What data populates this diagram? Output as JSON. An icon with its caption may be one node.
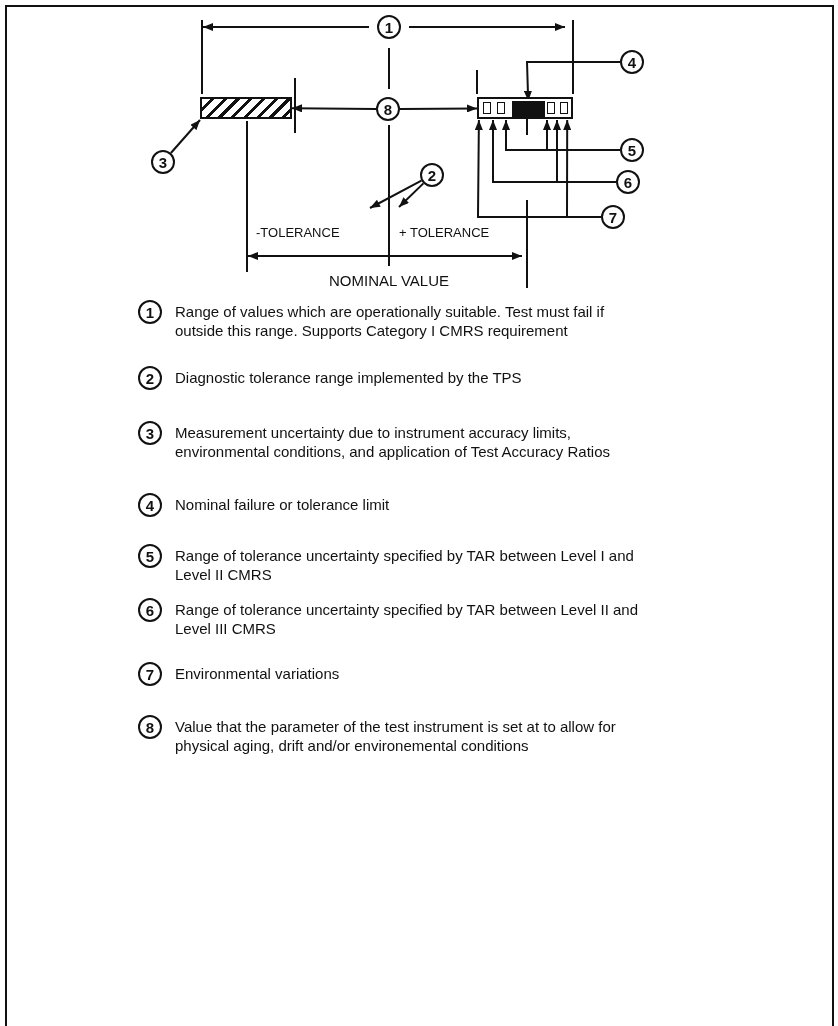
{
  "diagram": {
    "nodes": [
      {
        "text": [
          "8"
        ]
      },
      {
        "text": [],
        "shape": "bar"
      },
      {
        "text": [],
        "shape": "box"
      },
      {
        "text": [],
        "shape": "bar",
        "in": 2
      },
      {
        "text": [
          "3"
        ]
      },
      {
        "text": [
          "4"
        ]
      },
      {
        "text": [
          "5"
        ]
      },
      {
        "text": [
          "6"
        ]
      },
      {
        "text": [
          "7"
        ]
      },
      {
        "text": [
          "2"
        ]
      },
      {
        "text": [
          "1"
        ]
      },
      {
        "text": [
          "1"
        ],
        "beside": [
          "Range of values which are operationally suitable. Test must fail if outside this range. Supports Category I CMRS requirement"
        ]
      },
      {
        "text": [
          "2"
        ],
        "beside": [
          "Diagnostic tolerance range implemented by the TPS"
        ]
      },
      {
        "text": [
          "3"
        ],
        "beside": [
          "Measurement uncertainty due to instrument accuracy limits, environmental conditions, and application of Test Accuracy Ratios"
        ]
      },
      {
        "text": [
          "4"
        ],
        "beside": [
          "Nominal failure or tolerance limit"
        ]
      },
      {
        "text": [
          "5"
        ],
        "beside": [
          "Range of tolerance uncertainty specified by TAR between Level I and Level II CMRS"
        ]
      },
      {
        "text": [
          "6"
        ],
        "beside": [
          "Range of tolerance uncertainty specified by TAR between Level II and Level III CMRS"
        ]
      },
      {
        "text": [
          "7"
        ],
        "beside": [
          "Environmental variations"
        ]
      },
      {
        "text": [
          "8"
        ],
        "beside": [
          "Value that the parameter of the test instrument is set at to allow for physical aging, drift and/or environemental conditions"
        ]
      }
    ],
    "edges": [
      {
        "from": 0,
        "to": 1,
        "arrow": "to"
      },
      {
        "from": 0,
        "to": 2,
        "arrow": "to"
      },
      {
        "from": 4,
        "to": 1,
        "arrow": "to"
      },
      {
        "from": 5,
        "to": 3,
        "arrow": "to"
      },
      {
        "from": 6,
        "to": 2,
        "arrow": "to"
      },
      {
        "from": 6,
        "to": 2,
        "arrow": "to"
      },
      {
        "from": 7,
        "to": 2,
        "arrow": "to"
      },
      {
        "from": 7,
        "to": 2,
        "arrow": "to"
      },
      {
        "from": 8,
        "to": 2,
        "arrow": "to"
      },
      {
        "from": 8,
        "to": 2,
        "arrow": "to"
      },
      {
        "from": 9,
        "to": null,
        "arrow": "to"
      },
      {
        "from": 9,
        "to": null,
        "arrow": "to"
      }
    ],
    "labels": [
      "-TOLERANCE",
      "+ TOLERANCE",
      "NOMINAL VALUE"
    ]
  }
}
